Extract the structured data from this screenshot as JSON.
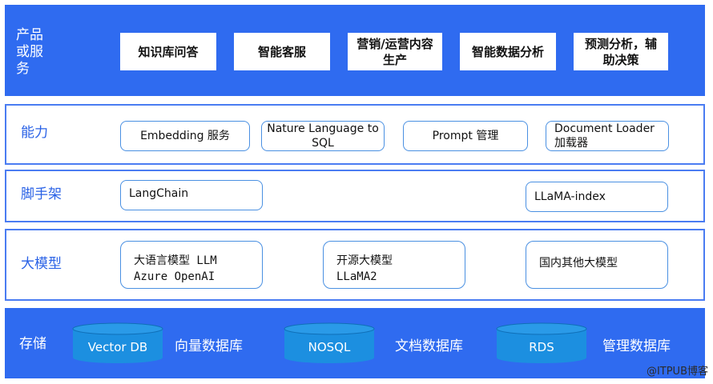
{
  "layers": {
    "product": {
      "label": "产品\n或服\n务",
      "items": [
        "知识库问答",
        "智能客服",
        "营销/运营内容\n生产",
        "智能数据分析",
        "预测分析，辅\n助决策"
      ]
    },
    "capability": {
      "label": "能力",
      "items": [
        "Embedding 服务",
        "Nature Language to\nSQL",
        "Prompt 管理",
        "Document Loader\n加载器"
      ]
    },
    "scaffold": {
      "label": "脚手架",
      "items": [
        "LangChain",
        "LLaMA-index"
      ]
    },
    "model": {
      "label": "大模型",
      "items": [
        {
          "line1": "大语言模型 LLM",
          "line2": "Azure OpenAI"
        },
        {
          "line1": "开源大模型",
          "line2": "LLaMA2"
        },
        {
          "line1": "国内其他大模型",
          "line2": ""
        }
      ]
    },
    "storage": {
      "label": "存储",
      "databases": [
        {
          "name": "Vector DB",
          "desc": "向量数据库"
        },
        {
          "name": "NOSQL",
          "desc": "文档数据库"
        },
        {
          "name": "RDS",
          "desc": "管理数据库"
        }
      ]
    }
  },
  "colors": {
    "layer_blue": "#2f6bf0",
    "layer_border": "#4a7cf2",
    "box_border": "#4a90e2",
    "cylinder": "#1c8fe0"
  },
  "watermark": "@ITPUB博客"
}
